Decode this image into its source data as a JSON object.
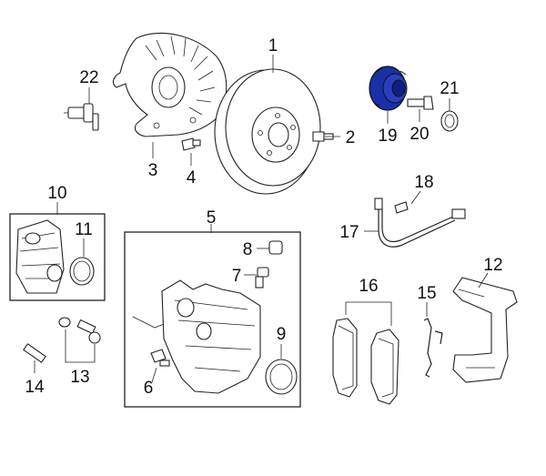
{
  "diagram": {
    "callouts": [
      {
        "id": "1",
        "part": "rotor"
      },
      {
        "id": "2",
        "part": "rotor-screw"
      },
      {
        "id": "3",
        "part": "splash-shield"
      },
      {
        "id": "4",
        "part": "shield-bolt"
      },
      {
        "id": "5",
        "part": "caliper-assembly"
      },
      {
        "id": "6",
        "part": "caliper-bolt"
      },
      {
        "id": "7",
        "part": "bleeder-screw"
      },
      {
        "id": "8",
        "part": "bleeder-cap"
      },
      {
        "id": "9",
        "part": "caliper-seal"
      },
      {
        "id": "10",
        "part": "parking-brake-motor-assembly"
      },
      {
        "id": "11",
        "part": "motor-seal"
      },
      {
        "id": "12",
        "part": "caliper-bracket"
      },
      {
        "id": "13",
        "part": "guide-pin-kit"
      },
      {
        "id": "14",
        "part": "guide-pin"
      },
      {
        "id": "15",
        "part": "pad-spring"
      },
      {
        "id": "16",
        "part": "brake-pads"
      },
      {
        "id": "17",
        "part": "brake-hose"
      },
      {
        "id": "18",
        "part": "hose-clip"
      },
      {
        "id": "19",
        "part": "hub-assembly"
      },
      {
        "id": "20",
        "part": "hub-bolt"
      },
      {
        "id": "21",
        "part": "dust-cap"
      },
      {
        "id": "22",
        "part": "abs-sensor"
      }
    ],
    "highlight_color": "#1a2fa8"
  }
}
